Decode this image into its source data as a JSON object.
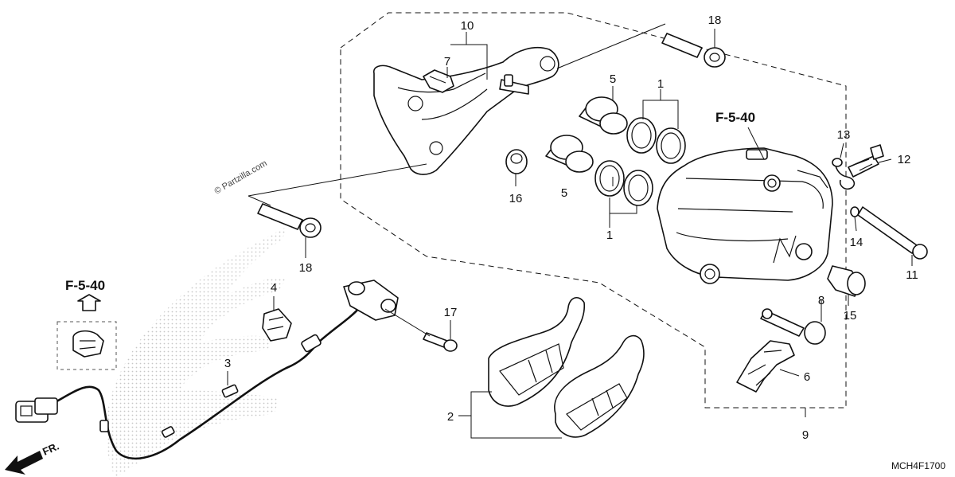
{
  "callouts": {
    "c1a": "1",
    "c1b": "1",
    "c2": "2",
    "c3": "3",
    "c4": "4",
    "c5a": "5",
    "c5b": "5",
    "c6": "6",
    "c7": "7",
    "c8": "8",
    "c9": "9",
    "c10": "10",
    "c11": "11",
    "c12": "12",
    "c13": "13",
    "c14": "14",
    "c15": "15",
    "c16": "16",
    "c17": "17",
    "c18a": "18",
    "c18b": "18"
  },
  "references": {
    "caliper": "F-5-40",
    "clip": "F-5-40"
  },
  "watermark": "© Partzilla.com",
  "diagram_code": "MCH4F1700",
  "direction": {
    "label": "FR.",
    "icon": "front-arrow-icon"
  },
  "emblem": "wing-logo-watermark"
}
